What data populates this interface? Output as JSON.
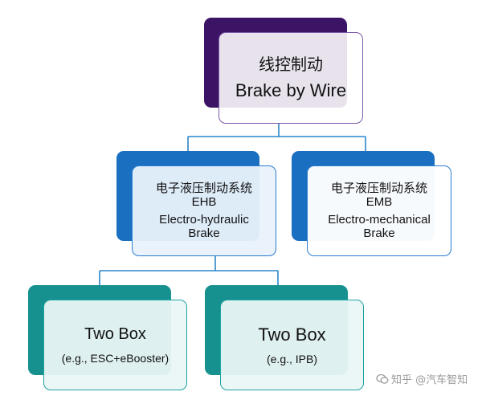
{
  "colors": {
    "root_back": "#3b1466",
    "root_border": "#7c5aa8",
    "system_back": "#1a6fc0",
    "system_border": "#2a7dd0",
    "system_fill": "#e9f2fb",
    "impl_back": "#17918f",
    "impl_border": "#1da3a0",
    "impl_fill": "#eaf6f6",
    "connector": "#2a86c8"
  },
  "root": {
    "title_cn": "线控制动",
    "title_en": "Brake by Wire"
  },
  "ehb": {
    "name_cn": "电子液压制动系统",
    "abbr": "EHB",
    "name_en_1": "Electro-hydraulic",
    "name_en_2": "Brake"
  },
  "emb": {
    "name_cn": "电子液压制动系统",
    "abbr": "EMB",
    "name_en_1": "Electro-mechanical",
    "name_en_2": "Brake"
  },
  "two_box_1": {
    "title": "Two Box",
    "example": "(e.g., ESC+eBooster)"
  },
  "two_box_2": {
    "title": "Two Box",
    "example": "(e.g., IPB)"
  },
  "watermark": {
    "text": "知乎 @汽车智知"
  }
}
